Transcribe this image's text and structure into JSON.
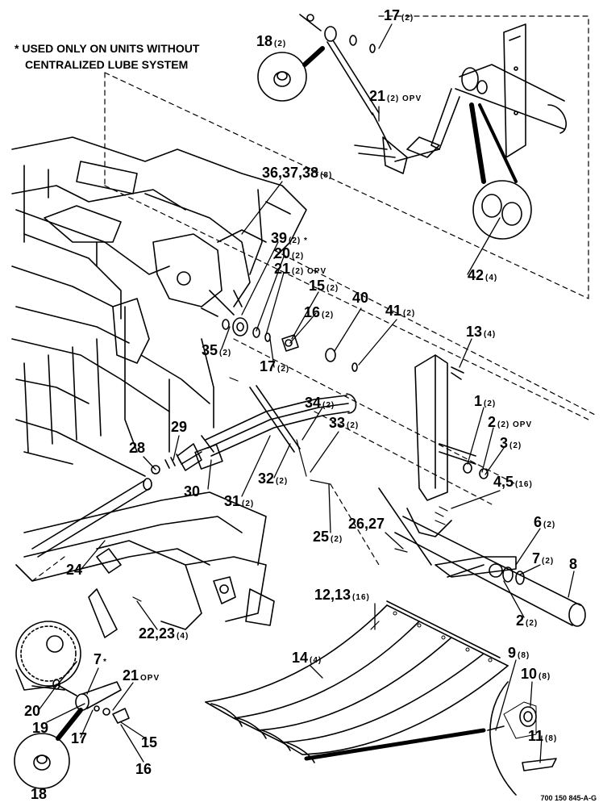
{
  "note": {
    "line1": "* USED ONLY ON UNITS WITHOUT",
    "line2": "CENTRALIZED LUBE SYSTEM"
  },
  "callouts": [
    {
      "id": "c17a",
      "label": "17",
      "qty": "(2)"
    },
    {
      "id": "c18a",
      "label": "18",
      "qty": "(2)"
    },
    {
      "id": "c21a",
      "label": "21",
      "qty": "(2) OPV"
    },
    {
      "id": "c363738",
      "label": "36,37,38",
      "qty": "(8)"
    },
    {
      "id": "c39",
      "label": "39",
      "qty": "(2) *"
    },
    {
      "id": "c20a",
      "label": "20",
      "qty": "(2)"
    },
    {
      "id": "c21b",
      "label": "21",
      "qty": "(2) OPV"
    },
    {
      "id": "c15a",
      "label": "15",
      "qty": "(2)"
    },
    {
      "id": "c16a",
      "label": "16",
      "qty": "(2)"
    },
    {
      "id": "c40",
      "label": "40",
      "qty": ""
    },
    {
      "id": "c41",
      "label": "41",
      "qty": "(2)"
    },
    {
      "id": "c42",
      "label": "42",
      "qty": "(4)"
    },
    {
      "id": "c35",
      "label": "35",
      "qty": "(2)"
    },
    {
      "id": "c17b",
      "label": "17",
      "qty": "(2)"
    },
    {
      "id": "c13",
      "label": "13",
      "qty": "(4)"
    },
    {
      "id": "c34",
      "label": "34",
      "qty": "(2)"
    },
    {
      "id": "c1",
      "label": "1",
      "qty": "(2)"
    },
    {
      "id": "c2a",
      "label": "2",
      "qty": "(2) OPV"
    },
    {
      "id": "c29",
      "label": "29",
      "qty": ""
    },
    {
      "id": "c33",
      "label": "33",
      "qty": "(2)"
    },
    {
      "id": "c3",
      "label": "3",
      "qty": "(2)"
    },
    {
      "id": "c28",
      "label": "28",
      "qty": ""
    },
    {
      "id": "c30",
      "label": "30",
      "qty": ""
    },
    {
      "id": "c32",
      "label": "32",
      "qty": "(2)"
    },
    {
      "id": "c31",
      "label": "31",
      "qty": "(2)"
    },
    {
      "id": "c45",
      "label": "4,5",
      "qty": "(16)"
    },
    {
      "id": "c25",
      "label": "25",
      "qty": "(2)"
    },
    {
      "id": "c2627",
      "label": "26,27",
      "qty": ""
    },
    {
      "id": "c6",
      "label": "6",
      "qty": "(2)"
    },
    {
      "id": "c7a",
      "label": "7",
      "qty": "(2)"
    },
    {
      "id": "c8",
      "label": "8",
      "qty": ""
    },
    {
      "id": "c24",
      "label": "24",
      "qty": ""
    },
    {
      "id": "c1213",
      "label": "12,13",
      "qty": "(16)"
    },
    {
      "id": "c2b",
      "label": "2",
      "qty": "(2)"
    },
    {
      "id": "c2223",
      "label": "22,23",
      "qty": "(4)"
    },
    {
      "id": "c7b",
      "label": "7",
      "qty": "*"
    },
    {
      "id": "c14",
      "label": "14",
      "qty": "(4)"
    },
    {
      "id": "c9",
      "label": "9",
      "qty": "(8)"
    },
    {
      "id": "c10",
      "label": "10",
      "qty": "(8)"
    },
    {
      "id": "c21c",
      "label": "21",
      "qty": "OPV"
    },
    {
      "id": "c20b",
      "label": "20",
      "qty": ""
    },
    {
      "id": "c19",
      "label": "19",
      "qty": ""
    },
    {
      "id": "c17c",
      "label": "17",
      "qty": ""
    },
    {
      "id": "c15b",
      "label": "15",
      "qty": ""
    },
    {
      "id": "c16b",
      "label": "16",
      "qty": ""
    },
    {
      "id": "c11",
      "label": "11",
      "qty": "(8)"
    },
    {
      "id": "c18b",
      "label": "18",
      "qty": ""
    }
  ],
  "doc_number": "700 150 845-A-G"
}
